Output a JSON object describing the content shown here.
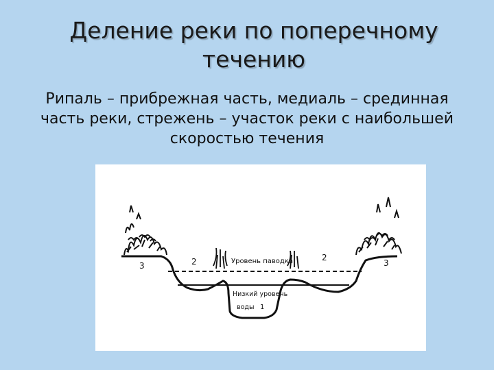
{
  "slide": {
    "title_line1": "Деление реки по поперечному",
    "title_line2": "течению",
    "subtitle_line1": "Рипаль – прибрежная часть, медиаль – срединная",
    "subtitle_line2": "часть реки, стрежень – участок реки с наибольшей",
    "subtitle_line3": "скоростью течения"
  },
  "figure": {
    "flood_level_label": "Уровень паводка",
    "low_level_line1": "Низкий уровень",
    "low_level_line2": "воды",
    "zone_1": "1",
    "zone_2_left": "2",
    "zone_2_right": "2",
    "zone_3_left": "3",
    "zone_3_right": "3"
  },
  "colors": {
    "background": "#b5d5ef",
    "figure_background": "#ffffff",
    "ink": "#111111"
  }
}
